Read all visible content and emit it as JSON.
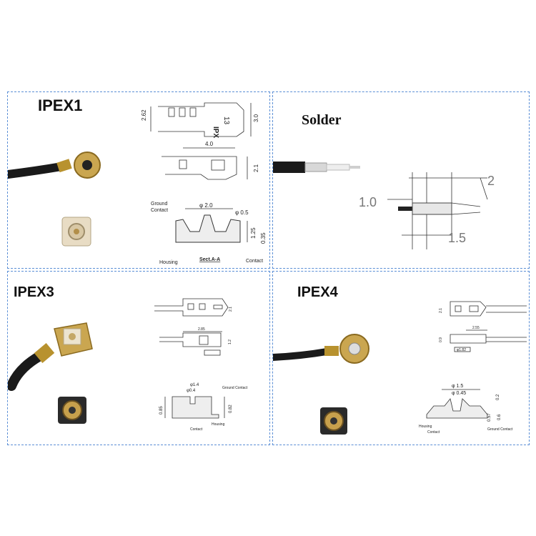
{
  "panels": {
    "ipex1": {
      "title": "IPEX1",
      "dims": [
        "2.62",
        "3.0",
        "4.0",
        "2.1",
        "φ 2.0",
        "φ 0.5",
        "1.25",
        "0.35"
      ],
      "part_label": "IPX",
      "part_number": "13",
      "callouts": [
        "Ground",
        "Contact",
        "Housing",
        "Sect.A-A",
        "Contact"
      ]
    },
    "solder": {
      "title": "Solder",
      "dims": [
        "2",
        "1.0",
        "1.5"
      ]
    },
    "ipex3": {
      "title": "IPEX3",
      "dims": [
        "2.85",
        "φ1.4",
        "φ0.4",
        "0.85",
        "0.82",
        "1.2",
        "2.1"
      ],
      "callouts": [
        "Ground Contact",
        "Housing",
        "Contact"
      ]
    },
    "ipex4": {
      "title": "IPEX4",
      "dims": [
        "2.1",
        "2.55",
        "0.9",
        "φ1.82",
        "φ 1.5",
        "φ 0.45",
        "0.2",
        "0.57",
        "0.6"
      ],
      "callouts": [
        "Housing",
        "Contact",
        "Ground Contact"
      ]
    }
  },
  "colors": {
    "border": "#5b8fd6",
    "gold": "#c9a24a",
    "cable": "#1a1a1a"
  }
}
